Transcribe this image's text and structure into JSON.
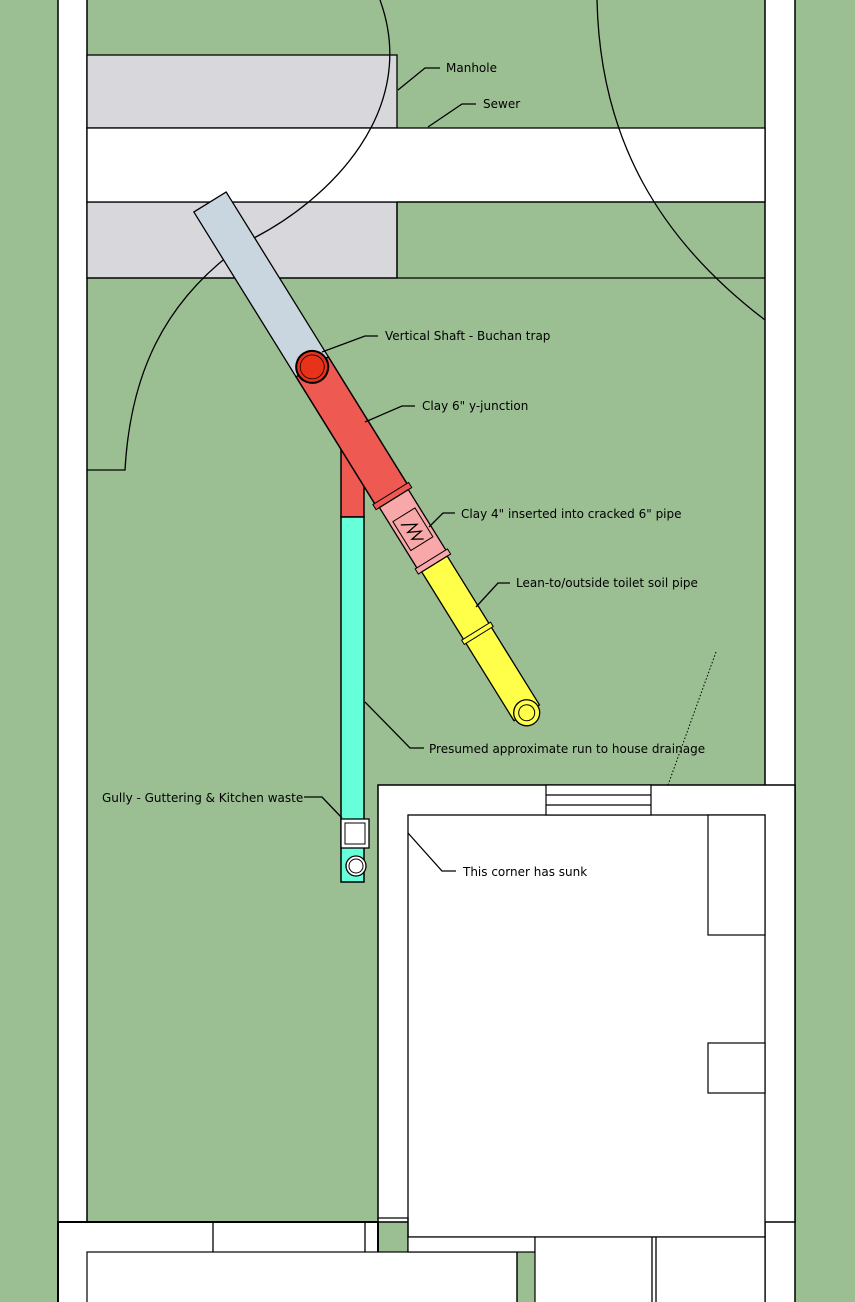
{
  "colors": {
    "grass": "#9bbf93",
    "manhole": "#d8d8dc",
    "old_pipe": "#c9d6e0",
    "y_junction": "#ee5a52",
    "shaft": "#e8321a",
    "insert": "#f8a8a8",
    "soil_pipe": "#ffff4a",
    "house_run": "#66ffd9"
  },
  "labels": {
    "manhole": "Manhole",
    "sewer": "Sewer",
    "shaft": "Vertical Shaft  - Buchan trap",
    "junction": "Clay 6\" y-junction",
    "insert": "Clay 4\" inserted into cracked 6\" pipe",
    "soil_pipe": "Lean-to/outside toilet soil pipe",
    "house_run": "Presumed approximate run to house drainage",
    "gully": "Gully - Guttering & Kitchen waste",
    "sunk_corner": "This corner has sunk"
  }
}
